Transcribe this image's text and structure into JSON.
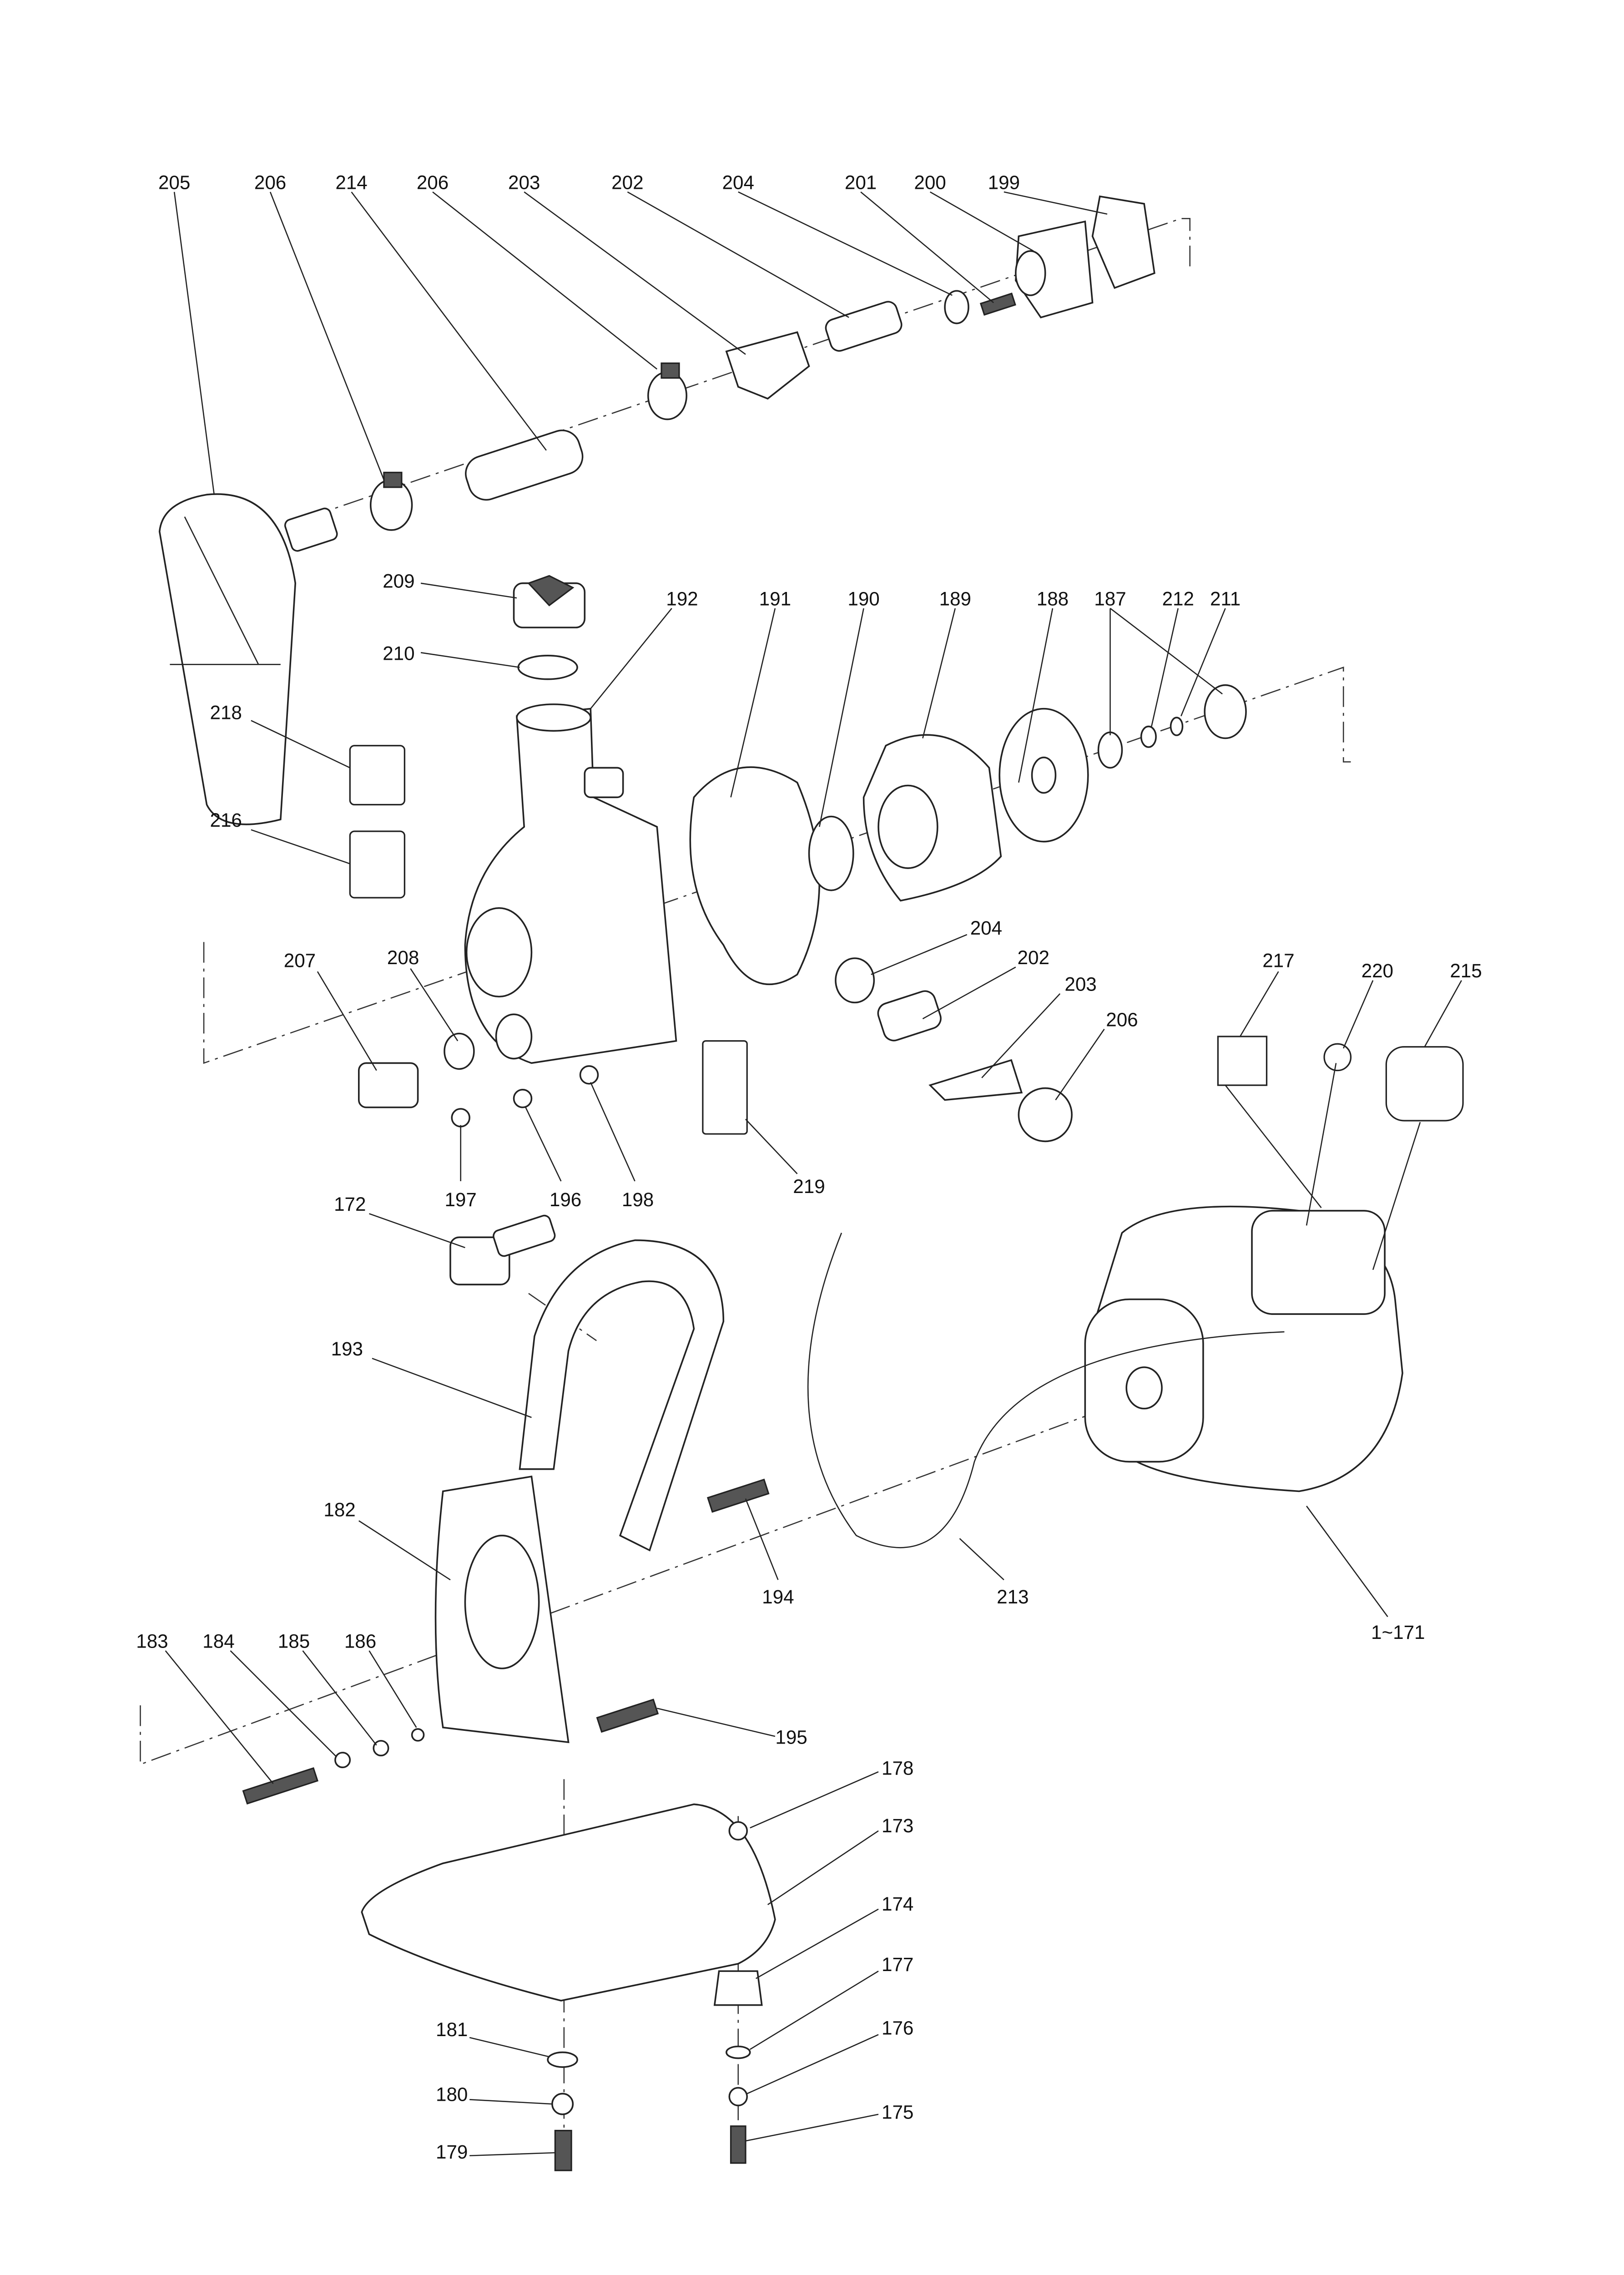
{
  "diagram": {
    "type": "exploded-parts-diagram",
    "labels": {
      "l205": "205",
      "l206a": "206",
      "l214": "214",
      "l206b": "206",
      "l203a": "203",
      "l202a": "202",
      "l204a": "204",
      "l201": "201",
      "l200": "200",
      "l199": "199",
      "l209": "209",
      "l192": "192",
      "l191": "191",
      "l190": "190",
      "l189": "189",
      "l188": "188",
      "l187": "187",
      "l212": "212",
      "l211": "211",
      "l210": "210",
      "l218": "218",
      "l216": "216",
      "l207": "207",
      "l208": "208",
      "l204b": "204",
      "l202b": "202",
      "l203b": "203",
      "l206c": "206",
      "l217": "217",
      "l220": "220",
      "l215": "215",
      "l197": "197",
      "l196": "196",
      "l198": "198",
      "l219": "219",
      "l172": "172",
      "l193": "193",
      "l182": "182",
      "l194": "194",
      "l213": "213",
      "l1171": "1~171",
      "l183": "183",
      "l184": "184",
      "l185": "185",
      "l186": "186",
      "l195": "195",
      "l178": "178",
      "l173": "173",
      "l174": "174",
      "l177": "177",
      "l176": "176",
      "l175": "175",
      "l181": "181",
      "l180": "180",
      "l179": "179"
    }
  }
}
